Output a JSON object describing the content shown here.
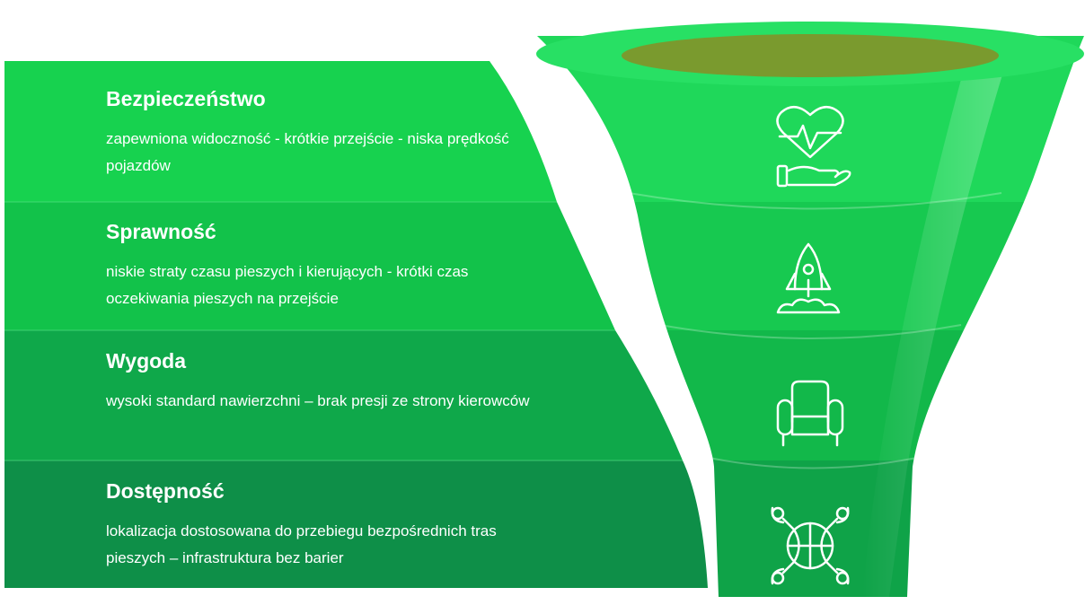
{
  "levels": [
    {
      "title": "Bezpieczeństwo",
      "description": "zapewniona widoczność - krótkie przejście - niska prędkość pojazdów",
      "icon": "heart-pulse-hand-icon",
      "color": "#17d24f"
    },
    {
      "title": "Sprawność",
      "description": "niskie straty czasu pieszych i kierujących - krótki czas oczekiwania pieszych na przejście",
      "icon": "rocket-icon",
      "color": "#12c24a"
    },
    {
      "title": "Wygoda",
      "description": "wysoki standard nawierzchni – brak presji ze strony kierowców",
      "icon": "armchair-icon",
      "color": "#0fa84a"
    },
    {
      "title": "Dostępność",
      "description": "lokalizacja dostosowana do przebiegu bezpośrednich tras pieszych – infrastruktura bez barier",
      "icon": "network-globe-icon",
      "color": "#0e8f48"
    }
  ],
  "colors": {
    "funnel_top": "#1fd85a",
    "funnel_rim_inner": "#7a9a2e",
    "icon_stroke": "#ffffff"
  }
}
